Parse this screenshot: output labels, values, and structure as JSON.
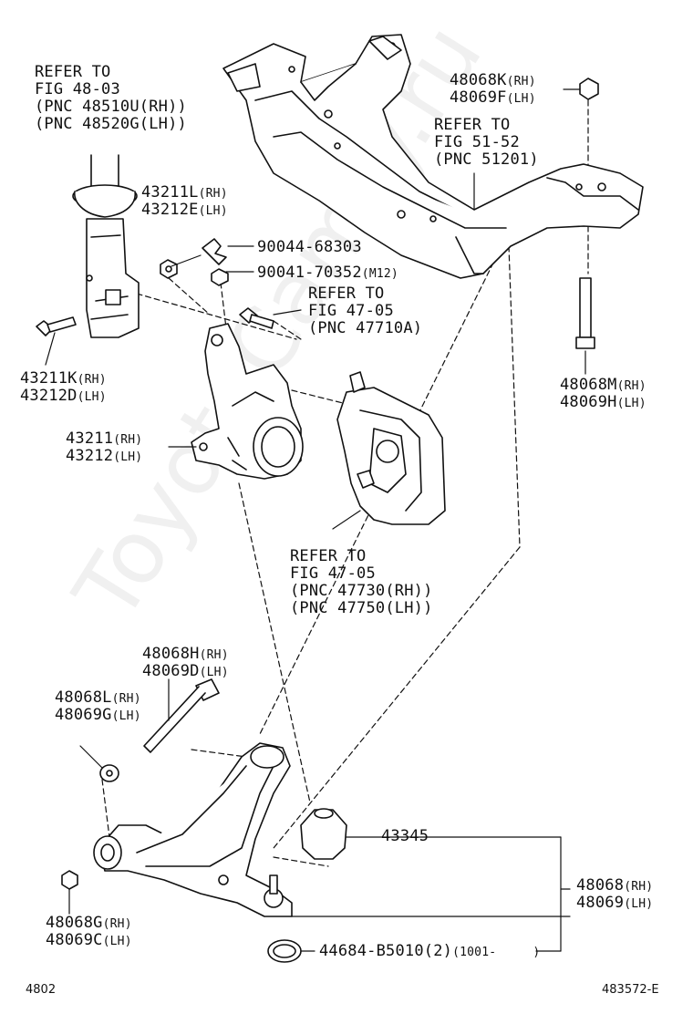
{
  "watermark": "ToyotaCamry.ru",
  "footer": {
    "left": "4802",
    "right": "483572-E"
  },
  "labels": {
    "strut_ref": [
      "REFER TO",
      "FIG 48-03",
      "(PNC 48510U(RH))",
      "(PNC 48520G(LH))"
    ],
    "nut_43211L": {
      "rh": "43211L",
      "rh_suffix": "(RH)",
      "lh": "43212E",
      "lh_suffix": "(LH)"
    },
    "clip": "90044-68303",
    "nut_90041": {
      "part": "90041-70352",
      "suffix": "(M12)"
    },
    "brake_bolt_ref": [
      "REFER TO",
      "FIG 47-05",
      "(PNC 47710A)"
    ],
    "bolt_43211K": {
      "rh": "43211K",
      "rh_suffix": "(RH)",
      "lh": "43212D",
      "lh_suffix": "(LH)"
    },
    "knuckle": {
      "rh": "43211",
      "rh_suffix": "(RH)",
      "lh": "43212",
      "lh_suffix": "(LH)"
    },
    "caliper_ref": [
      "REFER TO",
      "FIG 47-05",
      "(PNC 47730(RH))",
      "(PNC 47750(LH))"
    ],
    "crossmember_ref": [
      "REFER TO",
      "FIG 51-52",
      "(PNC 51201)"
    ],
    "nut_48068K": {
      "rh": "48068K",
      "rh_suffix": "(RH)",
      "lh": "48069F",
      "lh_suffix": "(LH)"
    },
    "bolt_48068M": {
      "rh": "48068M",
      "rh_suffix": "(RH)",
      "lh": "48069H",
      "lh_suffix": "(LH)"
    },
    "bolt_48068H": {
      "rh": "48068H",
      "rh_suffix": "(RH)",
      "lh": "48069D",
      "lh_suffix": "(LH)"
    },
    "washer_48068L": {
      "rh": "48068L",
      "rh_suffix": "(RH)",
      "lh": "48069G",
      "lh_suffix": "(LH)"
    },
    "bushing": "43345",
    "arm": {
      "rh": "48068",
      "rh_suffix": "(RH)",
      "lh": "48069",
      "lh_suffix": "(LH)"
    },
    "nut_48068G": {
      "rh": "48068G",
      "rh_suffix": "(RH)",
      "lh": "48069C",
      "lh_suffix": "(LH)"
    },
    "ring": {
      "part": "44684-B5010(2)",
      "suffix": "(1001-     )"
    }
  }
}
